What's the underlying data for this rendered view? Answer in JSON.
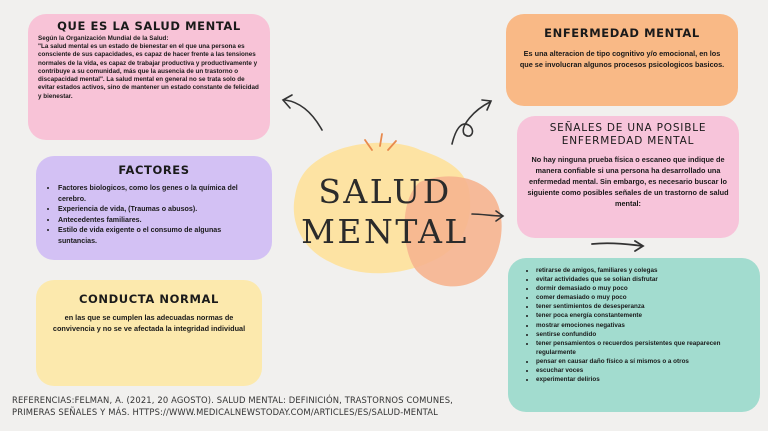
{
  "center": {
    "line1": "SALUD",
    "line2": "MENTAL"
  },
  "que_es": {
    "title": "QUE ES LA SALUD MENTAL",
    "source": "Según la Organización Mundial de la Salud:",
    "body": "\"La salud mental es un estado de bienestar en el que una persona es consciente de sus capacidades, es capaz de hacer frente a las tensiones normales de la vida, es capaz de trabajar productiva y productivamente y contribuye a su comunidad, más que la ausencia de un trastorno o discapacidad mental\". La salud mental en general no se trata solo de evitar estados activos, sino de mantener un estado constante de felicidad y bienestar."
  },
  "enfermedad": {
    "title": "ENFERMEDAD MENTAL",
    "body": "Es una alteracion de tipo cognitivo y/o emocional, en los que se involucran algunos procesos psicologicos basicos."
  },
  "senales": {
    "title_line1": "SEÑALES DE UNA POSIBLE",
    "title_line2": "ENFERMEDAD MENTAL",
    "body": "No hay ninguna prueba física o escaneo que indique de manera confiable si una persona ha desarrollado una enfermedad mental. Sin embargo, es necesario buscar lo siguiente como posibles señales de un trastorno de salud mental:"
  },
  "factores": {
    "title": "FACTORES",
    "items": [
      "Factores biologicos, como los genes o la química del cerebro.",
      "Experiencia de vida, (Traumas o abusos).",
      "Antecedentes familiares.",
      "Estilo de vida exigente o el consumo de algunas suntancias."
    ]
  },
  "conducta": {
    "title": "CONDUCTA NORMAL",
    "body": "en las que se cumplen las adecuadas normas de convivencia y no se ve afectada la integridad individual"
  },
  "sintomas": {
    "items": [
      "retirarse de amigos, familiares y colegas",
      "evitar actividades que se solían disfrutar",
      "dormir demasiado o muy poco",
      "comer demasiado o muy poco",
      "tener sentimientos de desesperanza",
      "tener poca energía constantemente",
      "mostrar emociones negativas",
      "sentirse confundido",
      "tener pensamientos o recuerdos persistentes que reaparecen regularmente",
      "pensar en causar daño físico a sí mismos o a otros",
      "escuchar voces",
      "experimentar delirios"
    ]
  },
  "referencias": {
    "line1": "REFERENCIAS:FELMAN, A. (2021, 20 AGOSTO). SALUD MENTAL: DEFINICIÓN, TRASTORNOS COMUNES,",
    "line2": "PRIMERAS SEÑALES Y MÁS. HTTPS://WWW.MEDICALNEWSTODAY.COM/ARTICLES/ES/SALUD-MENTAL"
  },
  "colors": {
    "pink": "#f8c3d7",
    "orange": "#f9b986",
    "purple": "#d3c1f4",
    "yellow": "#fce9ad",
    "teal": "#a2dccf",
    "blob_yellow": "#fde3a3",
    "blob_orange": "#f6b48f"
  }
}
